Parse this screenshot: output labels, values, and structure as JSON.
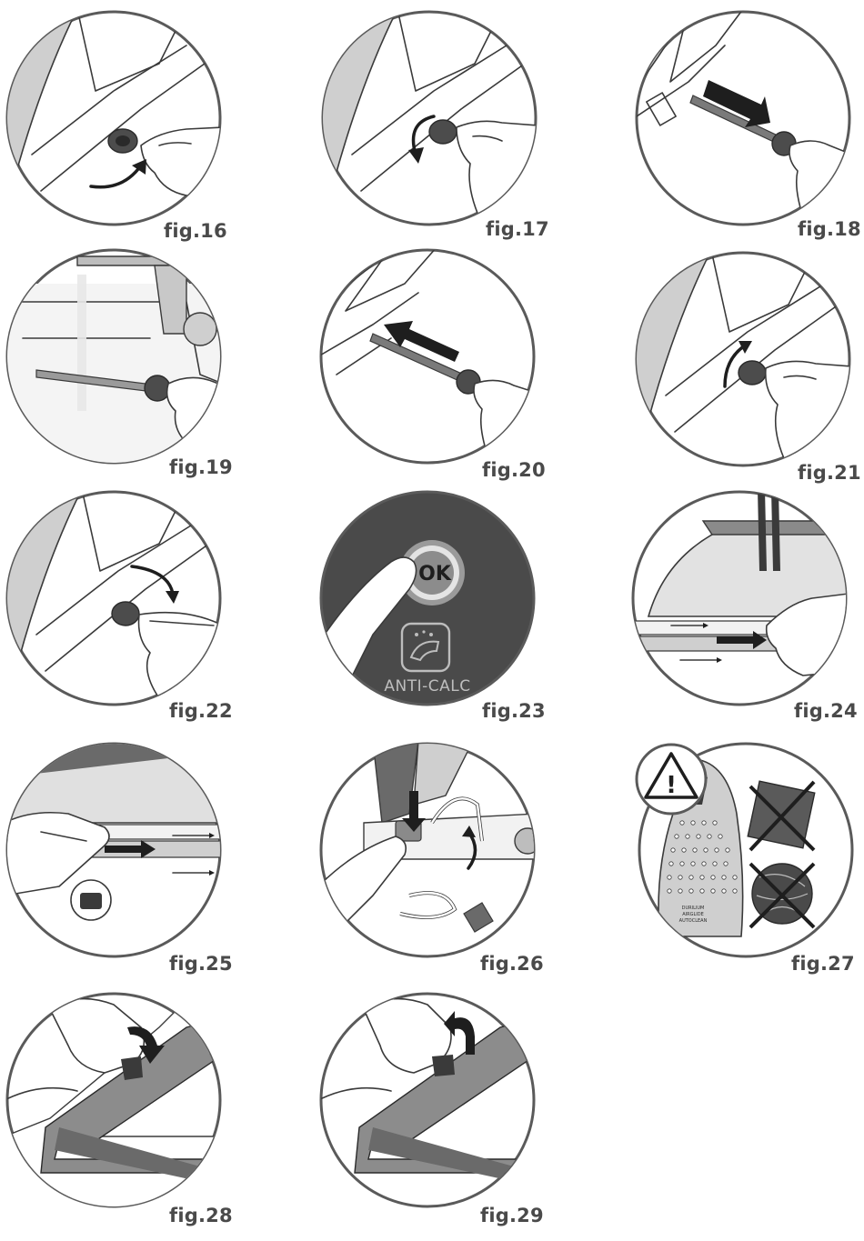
{
  "figures": [
    {
      "id": "fig16",
      "label": "fig.16"
    },
    {
      "id": "fig17",
      "label": "fig.17"
    },
    {
      "id": "fig18",
      "label": "fig.18"
    },
    {
      "id": "fig19",
      "label": "fig.19"
    },
    {
      "id": "fig20",
      "label": "fig.20"
    },
    {
      "id": "fig21",
      "label": "fig.21"
    },
    {
      "id": "fig22",
      "label": "fig.22"
    },
    {
      "id": "fig23",
      "label": "fig.23",
      "button_text": "OK",
      "caption": "ANTI-CALC"
    },
    {
      "id": "fig24",
      "label": "fig.24"
    },
    {
      "id": "fig25",
      "label": "fig.25"
    },
    {
      "id": "fig26",
      "label": "fig.26"
    },
    {
      "id": "fig27",
      "label": "fig.27",
      "soleplate_text": [
        "DURILIUM",
        "AIRGLIDE",
        "AUTOCLEAN"
      ],
      "warning_symbol": "!"
    },
    {
      "id": "fig28",
      "label": "fig.28"
    },
    {
      "id": "fig29",
      "label": "fig.29"
    }
  ]
}
